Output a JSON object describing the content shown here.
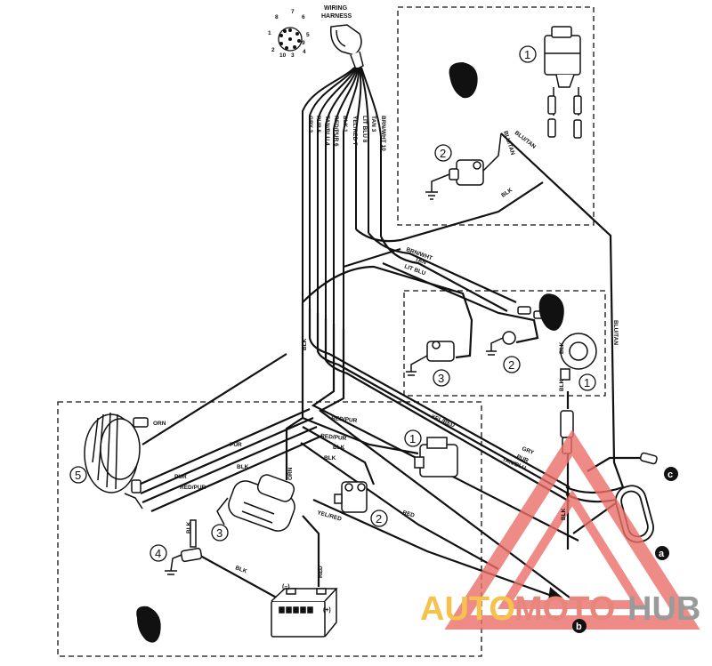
{
  "harness": {
    "title_line1": "WIRING",
    "title_line2": "HARNESS",
    "pins": [
      "1",
      "2",
      "3",
      "4",
      "5",
      "6",
      "7",
      "8",
      "9",
      "10"
    ],
    "wires": [
      "GRY 2",
      "PUR 5",
      "TAN/BLU 4",
      "RED/PUR 6",
      "BLK 1",
      "YEL/RED 7",
      "LIT BLU 8",
      "TAN 3",
      "BRN/WHT 10"
    ]
  },
  "wire_labels": {
    "blu_tan_top": "BLU/TAN",
    "blu_tan_side": "BLU/TAN",
    "blk_top": "BLK",
    "brn_wht": "BRN/WHT",
    "tan": "TAN",
    "lit_blu": "LIT BLU",
    "blk_harness": "BLK",
    "blk_sensor": "BLK",
    "blk_sensor2": "BLK",
    "blk_right": "BLK",
    "orn": "ORN",
    "pur": "PUR",
    "pur_low": "PUR",
    "red_pur_alt": "RED/PUR",
    "blk_alt": "BLK",
    "red_pur_mid": "RED/PUR",
    "red_pur_mid2": "RED/PUR",
    "blk_mid": "BLK",
    "blk_mid2": "BLK",
    "yel_red_mid": "YEL/RED",
    "yel_red_starter": "YEL/RED",
    "red_mid": "RED",
    "orn_starter": "ORN",
    "gry": "GRY",
    "pur_right": "PUR",
    "tan_blu": "TAN/BLU",
    "blk_battery": "BLK",
    "red_battery": "RED",
    "blk_alt_side": "BLK"
  },
  "callouts": {
    "top_1": "1",
    "top_2": "2",
    "mid_1": "1",
    "mid_2": "2",
    "mid_3": "3",
    "low_1": "1",
    "low_2": "2",
    "low_3": "3",
    "low_4": "4",
    "low_5": "5"
  },
  "battery": {
    "neg": "(–)",
    "pos": "(+)"
  },
  "connectors": {
    "a": "a",
    "b": "b",
    "c": "c"
  },
  "watermark": {
    "part1": "AUTO",
    "part2": "MOTO",
    "part3": "HUB"
  },
  "colors": {
    "line": "#111111",
    "wm_auto": "#f5c24e",
    "wm_moto": "#e8867c",
    "wm_hub": "#9a9a9a",
    "wm_triangle": "#ec6f68"
  }
}
